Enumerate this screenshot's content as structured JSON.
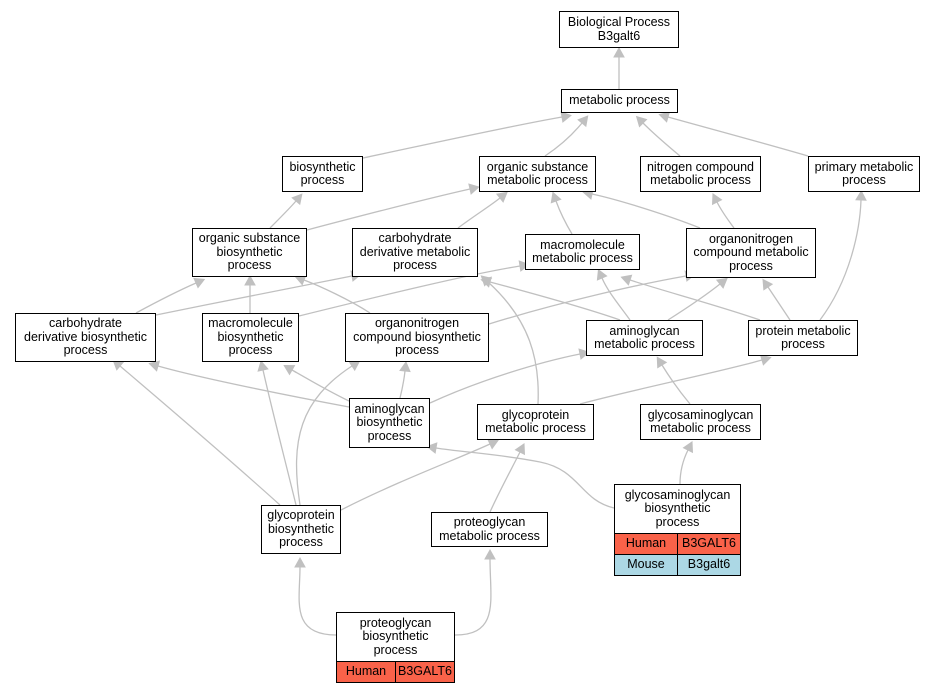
{
  "nodes": {
    "root": {
      "label": "Biological Process\nB3galt6"
    },
    "metabolic": {
      "label": "metabolic process"
    },
    "biosynthetic": {
      "label": "biosynthetic\nprocess"
    },
    "org_sub_met": {
      "label": "organic substance\nmetabolic process"
    },
    "nitrogen_met": {
      "label": "nitrogen compound\nmetabolic process"
    },
    "primary_met": {
      "label": "primary metabolic\nprocess"
    },
    "org_sub_bio": {
      "label": "organic substance\nbiosynthetic\nprocess"
    },
    "carb_deriv_met": {
      "label": "carbohydrate\nderivative metabolic\nprocess"
    },
    "macromol_met": {
      "label": "macromolecule\nmetabolic process"
    },
    "organonitro_met": {
      "label": "organonitrogen\ncompound metabolic\nprocess"
    },
    "carb_deriv_bio": {
      "label": "carbohydrate\nderivative biosynthetic\nprocess"
    },
    "macromol_bio": {
      "label": "macromolecule\nbiosynthetic\nprocess"
    },
    "organonitro_bio": {
      "label": "organonitrogen\ncompound biosynthetic\nprocess"
    },
    "aminoglycan_met": {
      "label": "aminoglycan\nmetabolic process"
    },
    "protein_met": {
      "label": "protein metabolic\nprocess"
    },
    "aminoglycan_bio": {
      "label": "aminoglycan\nbiosynthetic\nprocess"
    },
    "glycoprotein_met": {
      "label": "glycoprotein\nmetabolic process"
    },
    "gag_met": {
      "label": "glycosaminoglycan\nmetabolic process"
    },
    "gag_bio": {
      "label": "glycosaminoglycan\nbiosynthetic\nprocess",
      "rows": [
        {
          "species": "Human",
          "gene": "B3GALT6",
          "color": "#f96249"
        },
        {
          "species": "Mouse",
          "gene": "B3galt6",
          "color": "#acd8e5"
        }
      ]
    },
    "glycoprotein_bio": {
      "label": "glycoprotein\nbiosynthetic\nprocess"
    },
    "proteoglycan_met": {
      "label": "proteoglycan\nmetabolic process"
    },
    "proteoglycan_bio": {
      "label": "proteoglycan\nbiosynthetic\nprocess",
      "rows": [
        {
          "species": "Human",
          "gene": "B3GALT6",
          "color": "#f96249"
        }
      ]
    }
  },
  "edges": [
    [
      "metabolic",
      "root"
    ],
    [
      "biosynthetic",
      "metabolic"
    ],
    [
      "org_sub_met",
      "metabolic"
    ],
    [
      "nitrogen_met",
      "metabolic"
    ],
    [
      "primary_met",
      "metabolic"
    ],
    [
      "org_sub_bio",
      "biosynthetic"
    ],
    [
      "org_sub_bio",
      "org_sub_met"
    ],
    [
      "carb_deriv_met",
      "org_sub_met"
    ],
    [
      "macromol_met",
      "org_sub_met"
    ],
    [
      "organonitro_met",
      "org_sub_met"
    ],
    [
      "organonitro_met",
      "nitrogen_met"
    ],
    [
      "carb_deriv_bio",
      "org_sub_bio"
    ],
    [
      "carb_deriv_bio",
      "carb_deriv_met"
    ],
    [
      "macromol_bio",
      "org_sub_bio"
    ],
    [
      "macromol_bio",
      "macromol_met"
    ],
    [
      "organonitro_bio",
      "org_sub_bio"
    ],
    [
      "organonitro_bio",
      "organonitro_met"
    ],
    [
      "aminoglycan_met",
      "carb_deriv_met"
    ],
    [
      "aminoglycan_met",
      "macromol_met"
    ],
    [
      "aminoglycan_met",
      "organonitro_met"
    ],
    [
      "protein_met",
      "macromol_met"
    ],
    [
      "protein_met",
      "organonitro_met"
    ],
    [
      "protein_met",
      "primary_met"
    ],
    [
      "aminoglycan_bio",
      "carb_deriv_bio"
    ],
    [
      "aminoglycan_bio",
      "macromol_bio"
    ],
    [
      "aminoglycan_bio",
      "organonitro_bio"
    ],
    [
      "aminoglycan_bio",
      "aminoglycan_met"
    ],
    [
      "glycoprotein_met",
      "carb_deriv_met"
    ],
    [
      "glycoprotein_met",
      "protein_met"
    ],
    [
      "gag_met",
      "aminoglycan_met"
    ],
    [
      "gag_bio",
      "aminoglycan_bio"
    ],
    [
      "gag_bio",
      "gag_met"
    ],
    [
      "glycoprotein_bio",
      "carb_deriv_bio"
    ],
    [
      "glycoprotein_bio",
      "macromol_bio"
    ],
    [
      "glycoprotein_bio",
      "organonitro_bio"
    ],
    [
      "glycoprotein_bio",
      "glycoprotein_met"
    ],
    [
      "proteoglycan_met",
      "glycoprotein_met"
    ],
    [
      "proteoglycan_bio",
      "glycoprotein_bio"
    ],
    [
      "proteoglycan_bio",
      "proteoglycan_met"
    ]
  ],
  "colors": {
    "edge": "#c0c0c0",
    "border": "#000000"
  }
}
